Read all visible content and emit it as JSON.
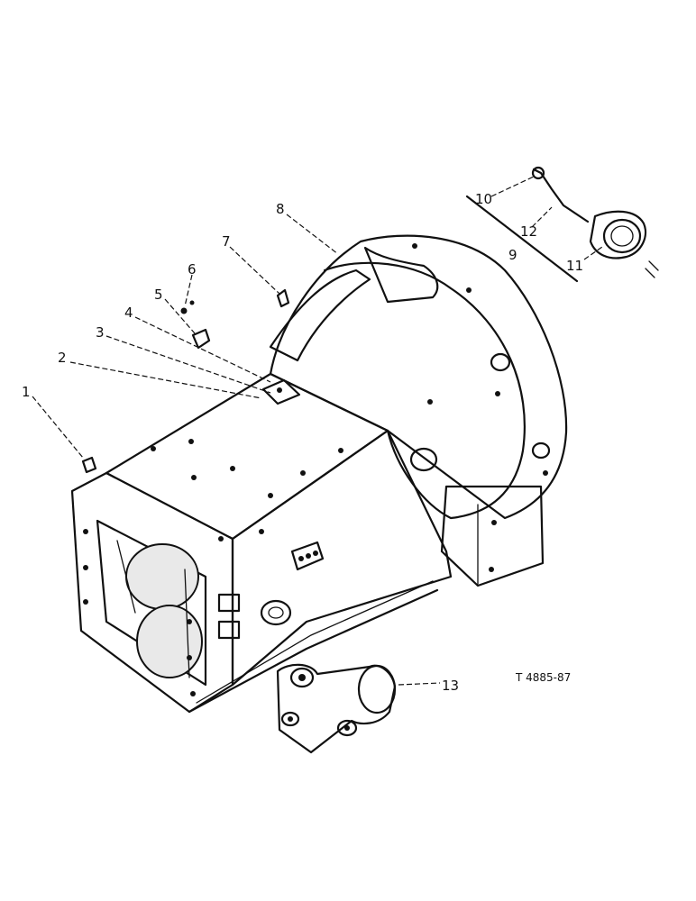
{
  "callouts": [
    "1",
    "2",
    "3",
    "4",
    "5",
    "6",
    "7",
    "8",
    "9",
    "10",
    "11",
    "12",
    "13"
  ],
  "reference_code": "T 4885-87"
}
